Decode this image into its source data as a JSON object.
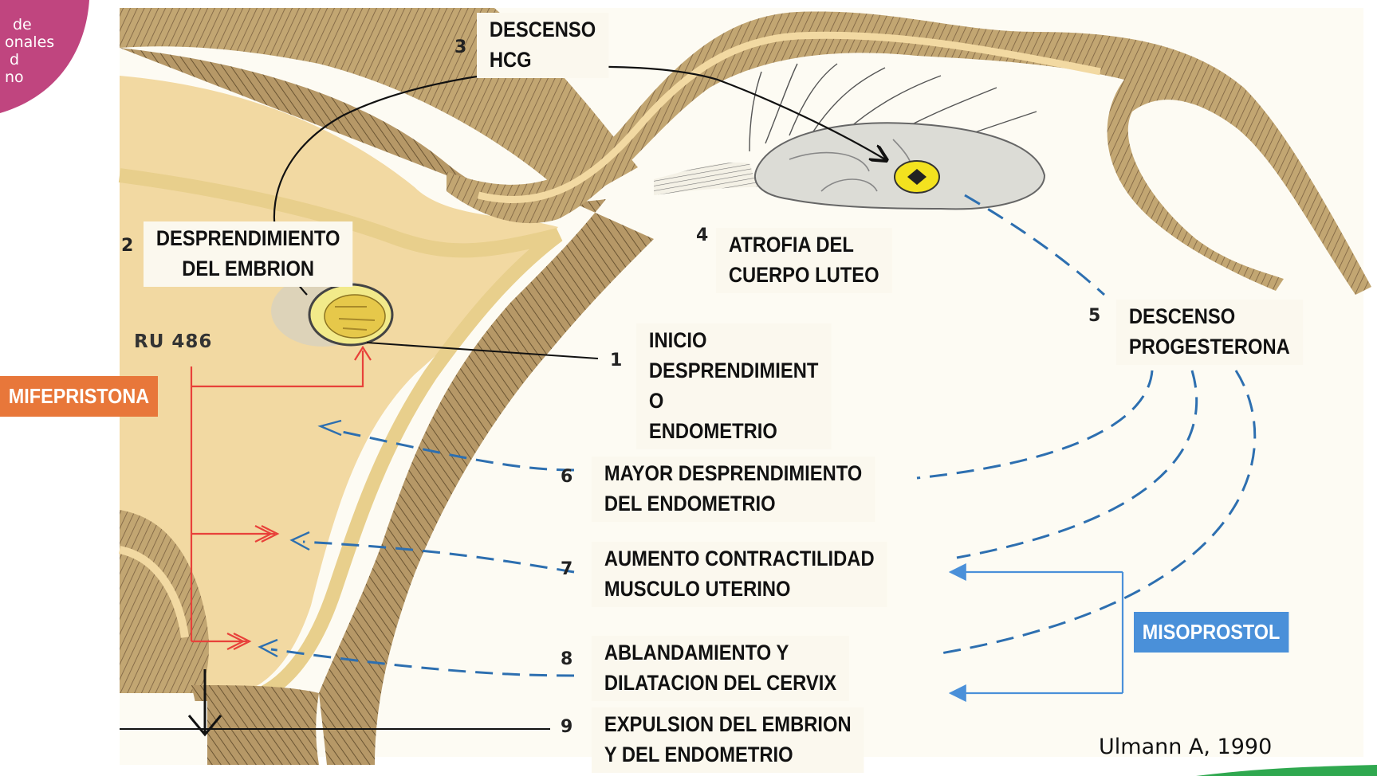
{
  "logo": {
    "lines": [
      "de",
      "onales",
      "d",
      "no"
    ],
    "color": "#c0457f"
  },
  "steps": [
    {
      "number": "1",
      "lines": [
        "INICIO",
        "DESPRENDIMIENT",
        "O",
        "ENDOMETRIO"
      ]
    },
    {
      "number": "2",
      "lines": [
        "DESPRENDIMIENTO",
        "DEL EMBRION"
      ]
    },
    {
      "number": "3",
      "lines": [
        "DESCENSO",
        "HCG"
      ]
    },
    {
      "number": "4",
      "lines": [
        "ATROFIA DEL",
        "CUERPO LUTEO"
      ]
    },
    {
      "number": "5",
      "lines": [
        "DESCENSO",
        "PROGESTERONA"
      ]
    },
    {
      "number": "6",
      "lines": [
        "MAYOR DESPRENDIMIENTO",
        "DEL ENDOMETRIO"
      ]
    },
    {
      "number": "7",
      "lines": [
        "AUMENTO CONTRACTILIDAD",
        "MUSCULO UTERINO"
      ]
    },
    {
      "number": "8",
      "lines": [
        "ABLANDAMIENTO Y",
        "DILATACION DEL CERVIX"
      ]
    },
    {
      "number": "9",
      "lines": [
        "EXPULSION DEL EMBRION",
        "Y DEL ENDOMETRIO"
      ]
    }
  ],
  "drug_label": "RU 486",
  "mifepristona": {
    "label": "MIFEPRISTONA",
    "color": "#e8773a"
  },
  "misoprostol": {
    "label": "MISOPROSTOL",
    "color": "#4a90d9"
  },
  "citation": "Ulmann A, 1990",
  "colors": {
    "uterus_fill": "#f2d9a2",
    "muscle": "#9c8254",
    "muscle_dark": "#6b5533",
    "red_pathway": "#e8413a",
    "blue_pathway": "#2d6fb0",
    "label_bg": "#fbf8ee",
    "accent_green": "#2fa84f"
  }
}
